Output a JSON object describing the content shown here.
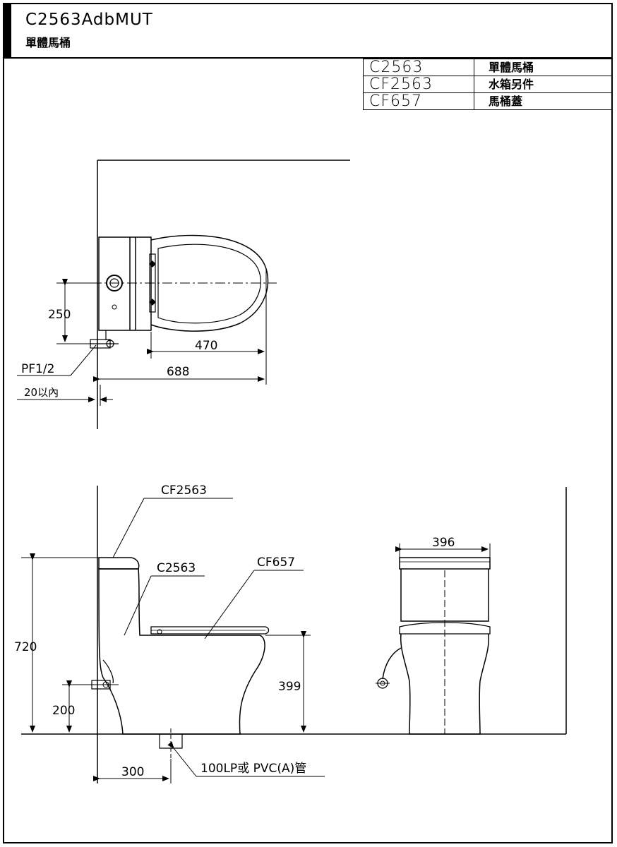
{
  "header": {
    "model_code": "C2563AdbMUT",
    "product_name": "單體馬桶"
  },
  "parts_table": [
    {
      "code": "C2563",
      "description": "單體馬桶"
    },
    {
      "code": "CF2563",
      "description": "水箱另件"
    },
    {
      "code": "CF657",
      "description": "馬桶蓋"
    }
  ],
  "top_view": {
    "dim_250": "250",
    "dim_470": "470",
    "dim_688": "688",
    "label_pf": "PF1/2",
    "label_20": "20以內"
  },
  "side_view": {
    "label_cf2563": "CF2563",
    "label_c2563": "C2563",
    "label_cf657": "CF657",
    "dim_720": "720",
    "dim_200": "200",
    "dim_399": "399",
    "dim_300": "300",
    "label_pipe": "100LP或 PVC(A)管"
  },
  "front_view": {
    "dim_396": "396"
  }
}
